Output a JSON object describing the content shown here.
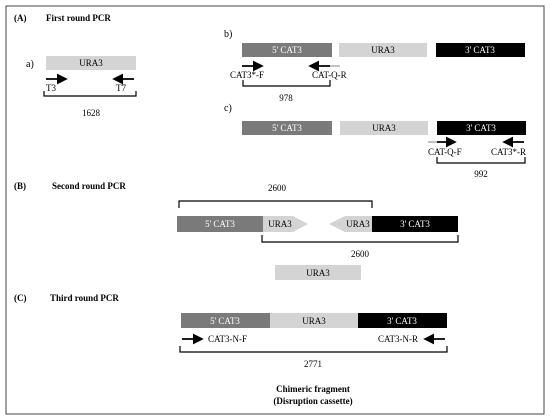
{
  "sections": {
    "A": {
      "label": "(A)",
      "title": "First round PCR"
    },
    "B": {
      "label": "(B)",
      "title": "Second round PCR"
    },
    "C": {
      "label": "(C)",
      "title": "Third round PCR"
    }
  },
  "panel_a": {
    "label": "a)",
    "gene": "URA3",
    "primer_left": "T3",
    "primer_right": "T7",
    "size": "1628"
  },
  "panel_b": {
    "label": "b)",
    "left": "5' CAT3",
    "middle": "URA3",
    "right": "3' CAT3",
    "primer_left": "CAT3*-F",
    "primer_right": "CAT-Q-R",
    "size": "978"
  },
  "panel_c": {
    "label": "c)",
    "left": "5' CAT3",
    "middle": "URA3",
    "right": "3' CAT3",
    "primer_left": "CAT-Q-F",
    "primer_right": "CAT3*-R",
    "size": "992"
  },
  "second_round": {
    "frag1_left": "5' CAT3",
    "frag1_right": "URA3",
    "frag2_left": "URA3",
    "frag2_right": "3' CAT3",
    "size_top": "2600",
    "size_bottom": "2600",
    "ura3_fragment": "URA3"
  },
  "third_round": {
    "left": "5' CAT3",
    "middle": "URA3",
    "right": "3' CAT3",
    "primer_left": "CAT3-N-F",
    "primer_right": "CAT3-N-R",
    "size": "2771",
    "caption_line1": "Chimeric fragment",
    "caption_line2": "(Disruption cassette)"
  },
  "colors": {
    "dark_gray": "#7a7a7a",
    "light_gray": "#d4d4d4",
    "black": "#000000",
    "border": "#444444"
  }
}
